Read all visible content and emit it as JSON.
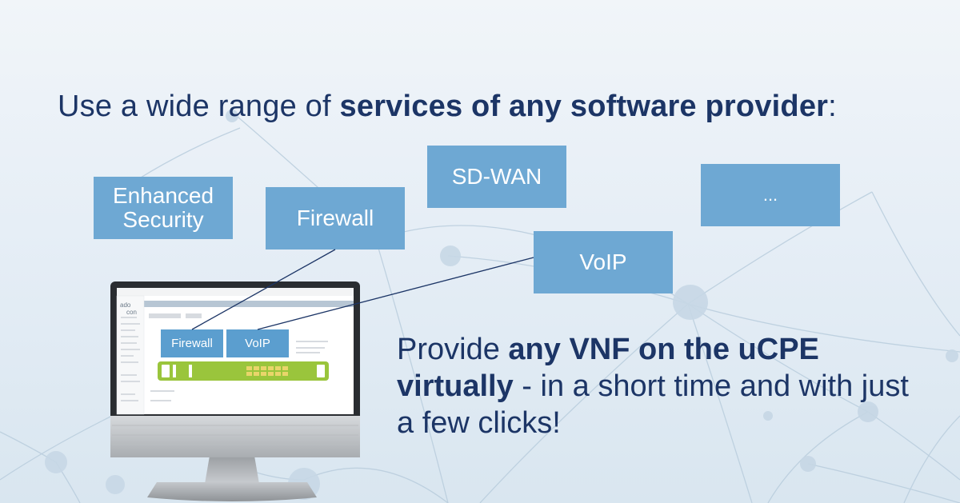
{
  "headline": {
    "part1": "Use a wide range of ",
    "bold": "services of any software provider",
    "part2": ":"
  },
  "services": {
    "enhanced_security": [
      "Enhanced",
      "Security"
    ],
    "sd_wan": "SD-WAN",
    "more": "...",
    "firewall": "Firewall",
    "voip": "VoIP"
  },
  "screen": {
    "logo": "ado\ncon",
    "firewall": "Firewall",
    "voip": "VoIP"
  },
  "subline": {
    "part1": "Provide ",
    "bold1": "any VNF on the uCPE virtually",
    "part2": " - in a short time and with just a few clicks!"
  },
  "colors": {
    "navy": "#1c3566",
    "box_blue": "#6ea8d3",
    "router_green": "#9ac53c",
    "network_line": "#a9bfd1"
  }
}
